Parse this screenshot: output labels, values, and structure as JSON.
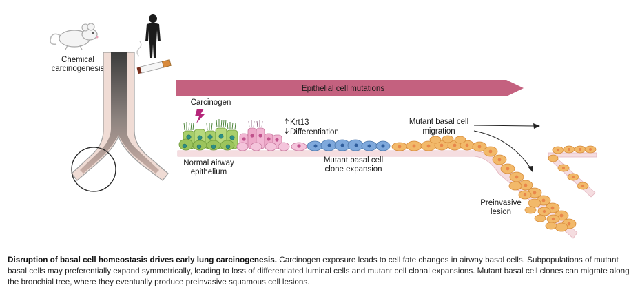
{
  "labels": {
    "chemical_carcinogenesis": [
      "Chemical",
      "carcinogenesis"
    ],
    "arrow_title": "Epithelial cell mutations",
    "carcinogen": "Carcinogen",
    "krt13": "Krt13",
    "differentiation": "Differentiation",
    "normal_airway": [
      "Normal airway",
      "epithelium"
    ],
    "clone_expansion": [
      "Mutant basal cell",
      "clone expansion"
    ],
    "migration": [
      "Mutant basal cell",
      "migration"
    ],
    "preinvasive": [
      "Preinvasive",
      "lesion"
    ]
  },
  "caption": {
    "title": "Disruption of basal cell homeostasis drives early lung carcinogenesis.",
    "body": " Carcinogen exposure leads to cell fate changes in airway basal cells. Subpopulations of mutant basal cells may preferentially expand symmetrically, leading to loss of differentiated luminal cells and mutant cell clonal expansions. Mutant basal cell clones can migrate along the bronchial tree, where they eventually produce preinvasive squamous cell lesions."
  },
  "colors": {
    "banner": "#c4617f",
    "normal_green": "#a9cf6b",
    "nucleus_teal": "#2c8f86",
    "pink_cell": "#f2b6d3",
    "blue_cell": "#7fa9dc",
    "orange_cell": "#f2b96a",
    "mutant_nucleus": "#e8864a",
    "lightning": "#b5267a"
  },
  "icons": [
    "mouse-icon",
    "human-icon",
    "cigarette-icon",
    "lightning-icon"
  ]
}
